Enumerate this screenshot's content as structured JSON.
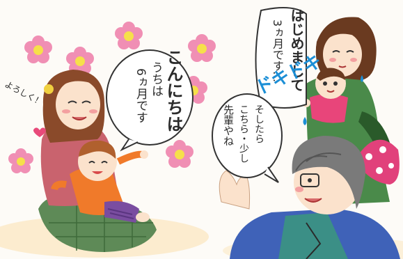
{
  "speech": {
    "mom_left_small": "よろしく！",
    "mom_left_line1": "うちは",
    "mom_left_line2": "6ヵ月です",
    "mom_left_big": "こんにちは",
    "mom_right_line1": "はじめまして",
    "mom_right_line2": "3ヵ月です…",
    "sfx": "ドキドキ",
    "dad_line1": "そしたら",
    "dad_line2": "こちら・少し",
    "dad_line3": "先輩やね"
  },
  "colors": {
    "flower_petal": "#f08fb4",
    "flower_center": "#f6e04a",
    "sfx": "#1c8fd6",
    "mom_left_sweater": "#c9636e",
    "mom_left_pants": "#5e8a57",
    "baby_left_shirt": "#f07a2a",
    "mom_right_top": "#4a8a4a",
    "baby_right_shirt": "#e8457a",
    "dad_shirt": "#3f62b8",
    "dad_vest": "#3b8f86",
    "bag": "#e1417b"
  }
}
